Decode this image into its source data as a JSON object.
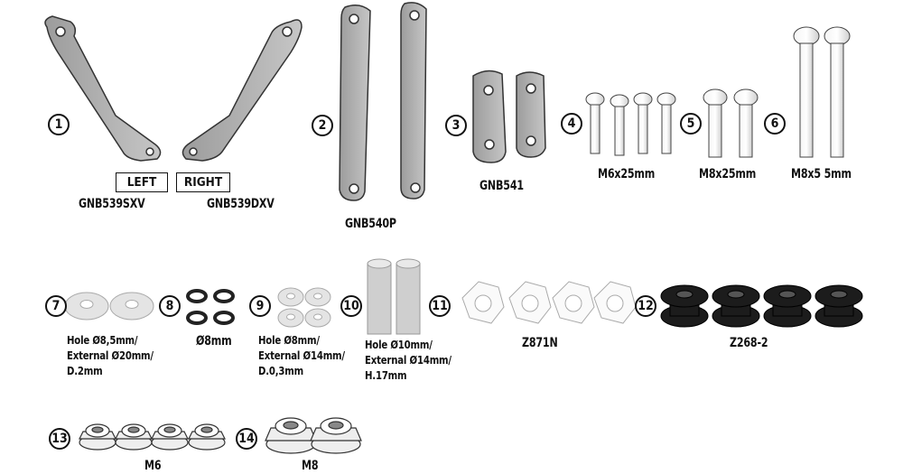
{
  "parts": [
    {
      "num": "1",
      "side_left": "LEFT",
      "side_right": "RIGHT",
      "code_left": "GNB539SXV",
      "code_right": "GNB539DXV"
    },
    {
      "num": "2",
      "code": "GNB540P"
    },
    {
      "num": "3",
      "code": "GNB541"
    },
    {
      "num": "4",
      "label": "M6x25mm"
    },
    {
      "num": "5",
      "label": "M8x25mm"
    },
    {
      "num": "6",
      "label": "M8x5 5mm"
    },
    {
      "num": "7",
      "lines": [
        "Hole Ø8,5mm/",
        "External Ø20mm/",
        "D.2mm"
      ]
    },
    {
      "num": "8",
      "label": "Ø8mm"
    },
    {
      "num": "9",
      "lines": [
        "Hole Ø8mm/",
        "External Ø14mm/",
        "D.0,3mm"
      ]
    },
    {
      "num": "10",
      "lines": [
        "Hole Ø10mm/",
        "External Ø14mm/",
        "H.17mm"
      ]
    },
    {
      "num": "11",
      "code": "Z871N"
    },
    {
      "num": "12",
      "code": "Z268-2"
    },
    {
      "num": "13",
      "label": "M6"
    },
    {
      "num": "14",
      "label": "M8"
    }
  ],
  "colors": {
    "metal": "#b3b3b3",
    "outline": "#333333",
    "rubber": "#1a1a1a"
  }
}
